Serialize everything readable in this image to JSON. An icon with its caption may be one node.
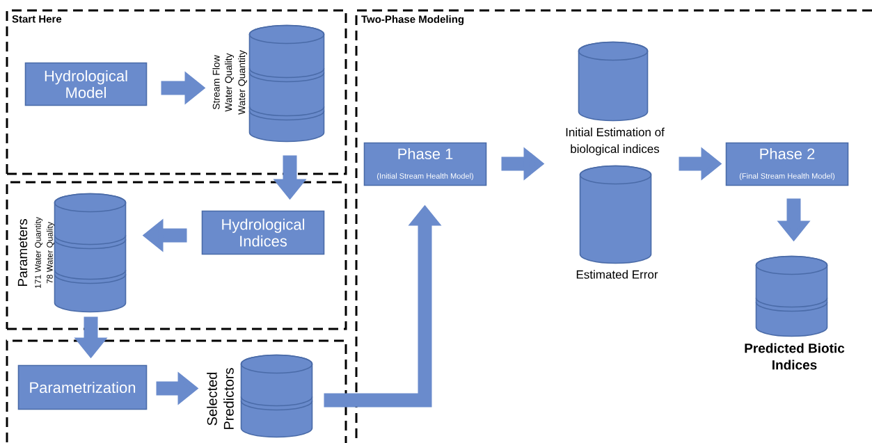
{
  "diagram": {
    "nodes": [
      {
        "text": [
          "Start Here"
        ]
      },
      {
        "text": [],
        "shape": "box"
      },
      {
        "text": [],
        "shape": "box"
      },
      {
        "text": [
          "Two-Phase Modeling"
        ]
      },
      {
        "text": [
          "Hydrological Model"
        ],
        "in": 0
      },
      {
        "text": [],
        "shape": "cylinder",
        "beside": [
          "Stream Flow",
          "Water Quality",
          "Water Quantity"
        ],
        "in": 0
      },
      {
        "text": [
          "Hydrological Indices"
        ],
        "in": 1
      },
      {
        "text": [],
        "shape": "cylinder",
        "beside": [
          "Parameters",
          "171 Water Quantity",
          "78 Water Quality"
        ],
        "in": 1
      },
      {
        "text": [
          "Parametrization"
        ],
        "in": 2
      },
      {
        "text": [],
        "shape": "cylinder",
        "beside": [
          "Selected Predictors"
        ],
        "in": 2
      },
      {
        "text": [
          "Phase 1",
          "(Initial Stream Health Model)"
        ],
        "in": 3
      },
      {
        "text": [],
        "shape": "cylinder",
        "beside": [
          "Initial Estimation of biological indices"
        ],
        "in": 3
      },
      {
        "text": [],
        "shape": "cylinder",
        "beside": [
          "Estimated Error"
        ],
        "in": 3
      },
      {
        "text": [
          "Phase 2",
          "(Final Stream Health Model)"
        ],
        "in": 3
      },
      {
        "text": [],
        "shape": "cylinder",
        "beside": [
          "Predicted Biotic Indices"
        ],
        "in": 3
      }
    ],
    "edges": [
      {
        "from": 4,
        "to": 5,
        "arrow": "to"
      },
      {
        "from": 5,
        "to": 6,
        "arrow": "to"
      },
      {
        "from": 6,
        "to": 7,
        "arrow": "to"
      },
      {
        "from": 7,
        "to": 8,
        "arrow": "to"
      },
      {
        "from": 8,
        "to": 9,
        "arrow": "to"
      },
      {
        "from": 9,
        "to": 10,
        "arrow": "to"
      },
      {
        "from": 10,
        "to": 11,
        "arrow": "to"
      },
      {
        "from": 11,
        "to": 13,
        "arrow": "to"
      },
      {
        "from": 13,
        "to": 14,
        "arrow": "to"
      }
    ]
  }
}
